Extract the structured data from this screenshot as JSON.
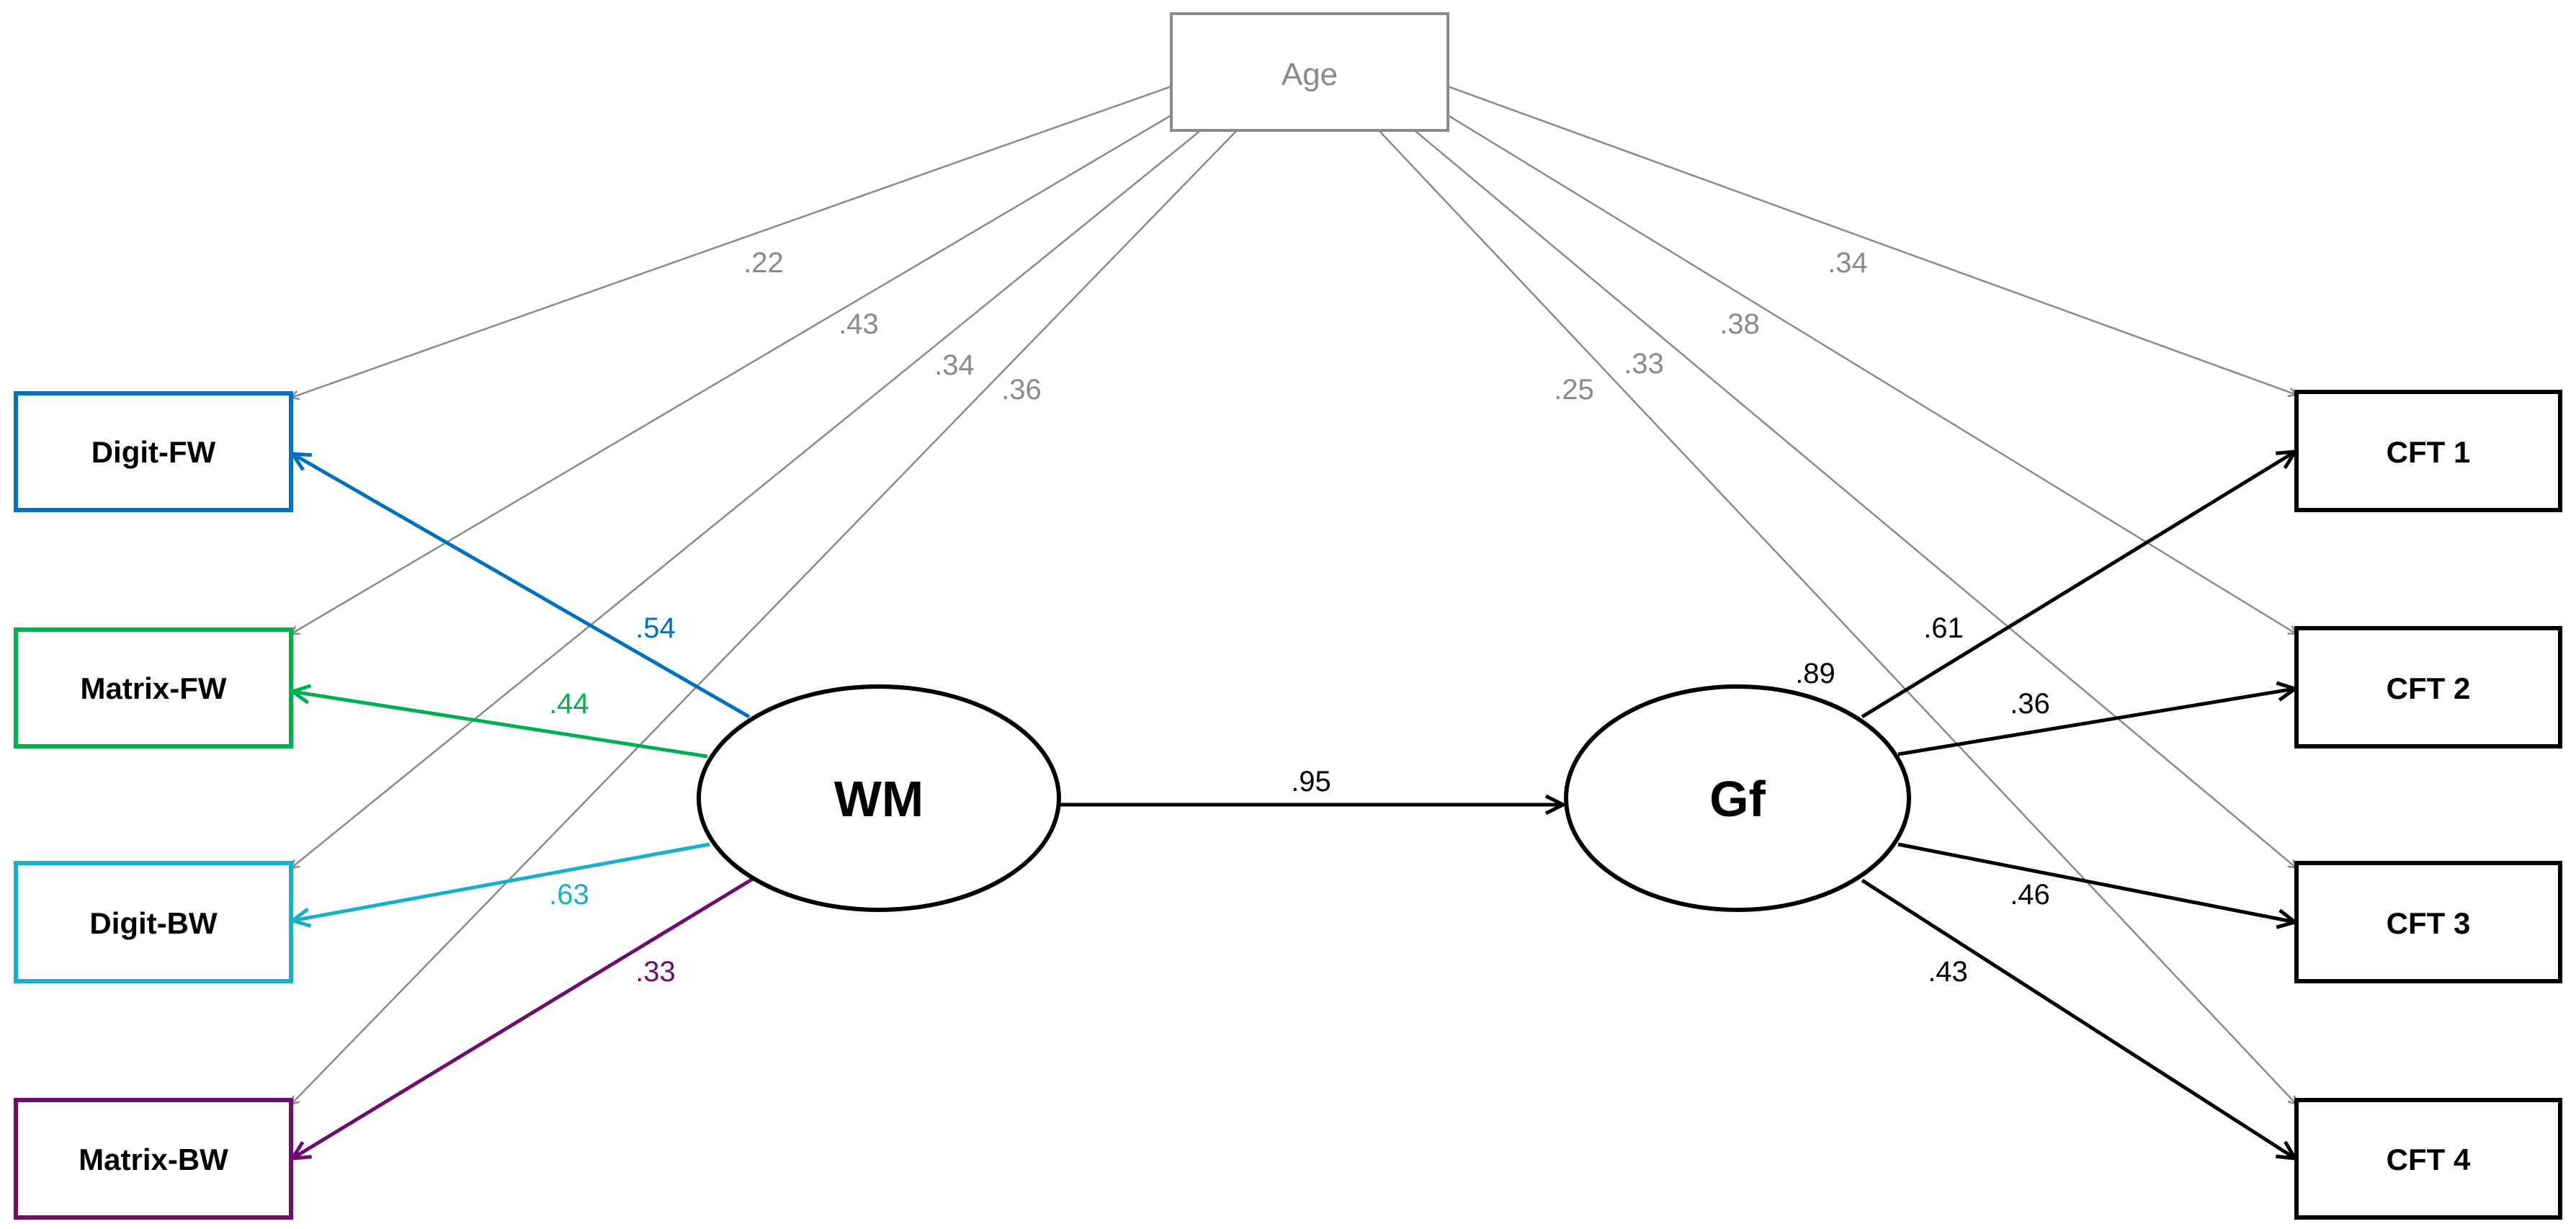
{
  "colors": {
    "age": "#8a8a8a",
    "digit_fw": "#0070c0",
    "matrix_fw": "#00b050",
    "digit_bw": "#17b0c8",
    "matrix_bw": "#6e0d6e",
    "black": "#000000"
  },
  "nodes": {
    "age": "Age",
    "digit_fw": "Digit-FW",
    "matrix_fw": "Matrix-FW",
    "digit_bw": "Digit-BW",
    "matrix_bw": "Matrix-BW",
    "wm": "WM",
    "gf": "Gf",
    "cft1": "CFT 1",
    "cft2": "CFT 2",
    "cft3": "CFT 3",
    "cft4": "CFT 4"
  },
  "paths": {
    "age_digit_fw": ".22",
    "age_matrix_fw": ".43",
    "age_digit_bw": ".34",
    "age_matrix_bw": ".36",
    "age_cft1": ".34",
    "age_cft2": ".38",
    "age_cft3": ".33",
    "age_cft4": ".25",
    "wm_digit_fw": ".54",
    "wm_matrix_fw": ".44",
    "wm_digit_bw": ".63",
    "wm_matrix_bw": ".33",
    "wm_gf": ".95",
    "gf_cft1": ".61",
    "gf_cft2": ".36",
    "gf_cft3": ".46",
    "gf_cft4": ".43",
    "gf_variance": ".89"
  }
}
